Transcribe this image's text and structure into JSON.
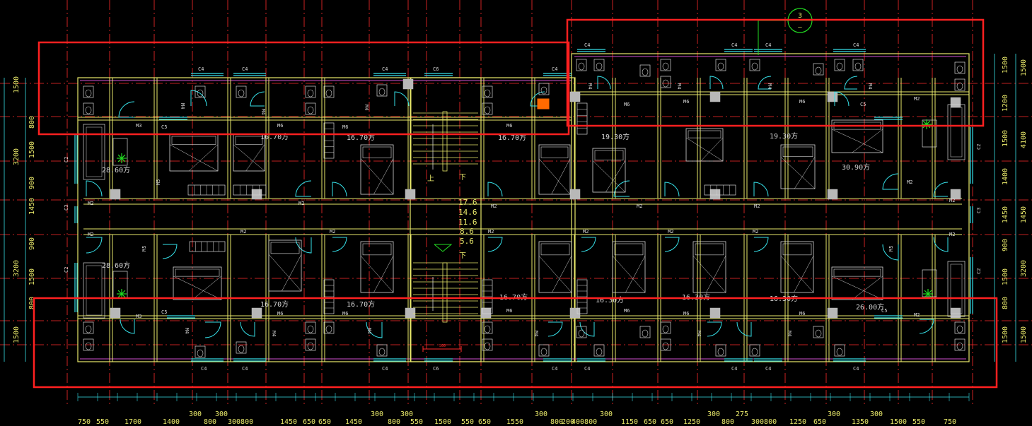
{
  "colors": {
    "background": "#000000",
    "axis_red": "#ff2b2b",
    "wall_yellow": "#e8e86a",
    "window_cyan": "#36e0e8",
    "furniture_white": "#d6d6d6",
    "magenta": "#d050d0",
    "gray_block": "#b8b8b8",
    "green": "#22dd22",
    "highlight_red": "#ff2020",
    "orange": "#ff6a00"
  },
  "grid_callout": {
    "top": "3",
    "bottom": "—"
  },
  "left_dims": [
    "1500",
    "800",
    "1500",
    "3200",
    "900",
    "1450",
    "900",
    "3200",
    "1500",
    "800",
    "1500"
  ],
  "right_dims_inner": [
    "1500",
    "1200",
    "1500",
    "1400",
    "1450",
    "900",
    "1500",
    "800",
    "1500"
  ],
  "right_dims_outer": [
    "1500",
    "4100",
    "1450",
    "3200",
    "1500"
  ],
  "bottom_dims": [
    "750",
    "550",
    "1700",
    "1400",
    "300",
    "800",
    "300",
    "300800",
    "1450",
    "650",
    "650",
    "1450",
    "300",
    "800",
    "300",
    "550",
    "1500",
    "550",
    "650",
    "1550",
    "300",
    "800",
    "200",
    "400800",
    "300",
    "1150",
    "650",
    "650",
    "1250",
    "300",
    "800",
    "275",
    "300800",
    "1250",
    "650",
    "300",
    "1350",
    "300",
    "1500",
    "550",
    "750"
  ],
  "elevations": [
    "17.6",
    "14.6",
    "11.6",
    "8.6",
    "5.6"
  ],
  "stair_labels": {
    "up": "上",
    "down": "下"
  },
  "area_labels": [
    "16.70方",
    "16.70方",
    "16.70方",
    "19.30方",
    "19.30方",
    "30.90方",
    "28.60方",
    "28.60方",
    "16.70方",
    "16.70方",
    "16.70方",
    "16.30方",
    "16.30方",
    "16.30方",
    "26.00方"
  ],
  "tags": {
    "c4": "C4",
    "c6": "C6",
    "c5": "C5",
    "c2": "C2",
    "c3": "C3",
    "m2": "M2",
    "m3": "M3",
    "m4": "M4",
    "m5": "M5",
    "m6": "M6"
  },
  "scale_bar": "500"
}
